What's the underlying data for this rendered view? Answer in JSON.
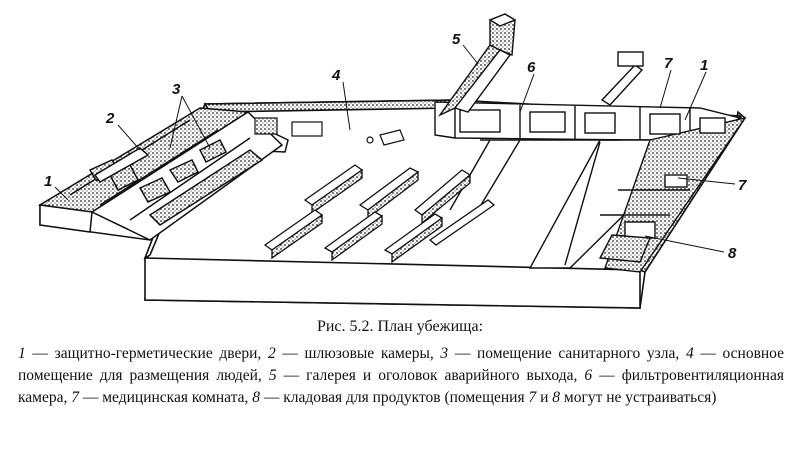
{
  "figure": {
    "callouts": [
      "1",
      "2",
      "3",
      "4",
      "5",
      "6",
      "7",
      "7",
      "1",
      "8"
    ]
  },
  "caption": {
    "title": "Рис. 5.2. План убежища:",
    "legend": [
      {
        "num": "1",
        "text": " — защитно-герметические двери, "
      },
      {
        "num": "2",
        "text": " — шлюзовые камеры, "
      },
      {
        "num": "3",
        "text": " — помещение санитарного узла, "
      },
      {
        "num": "4",
        "text": " — основное помещение для размещения людей, "
      },
      {
        "num": "5",
        "text": " — галерея и оголовок аварийного выхода, "
      },
      {
        "num": "6",
        "text": " — фильтровентиляционная камера, "
      },
      {
        "num": "7",
        "text": " — медицинская комната, "
      },
      {
        "num": "8",
        "text": " — кладовая для продуктов (помещения "
      },
      {
        "num": "7",
        "text": " и "
      },
      {
        "num": "8",
        "text": " могут не устраиваться)"
      }
    ]
  }
}
